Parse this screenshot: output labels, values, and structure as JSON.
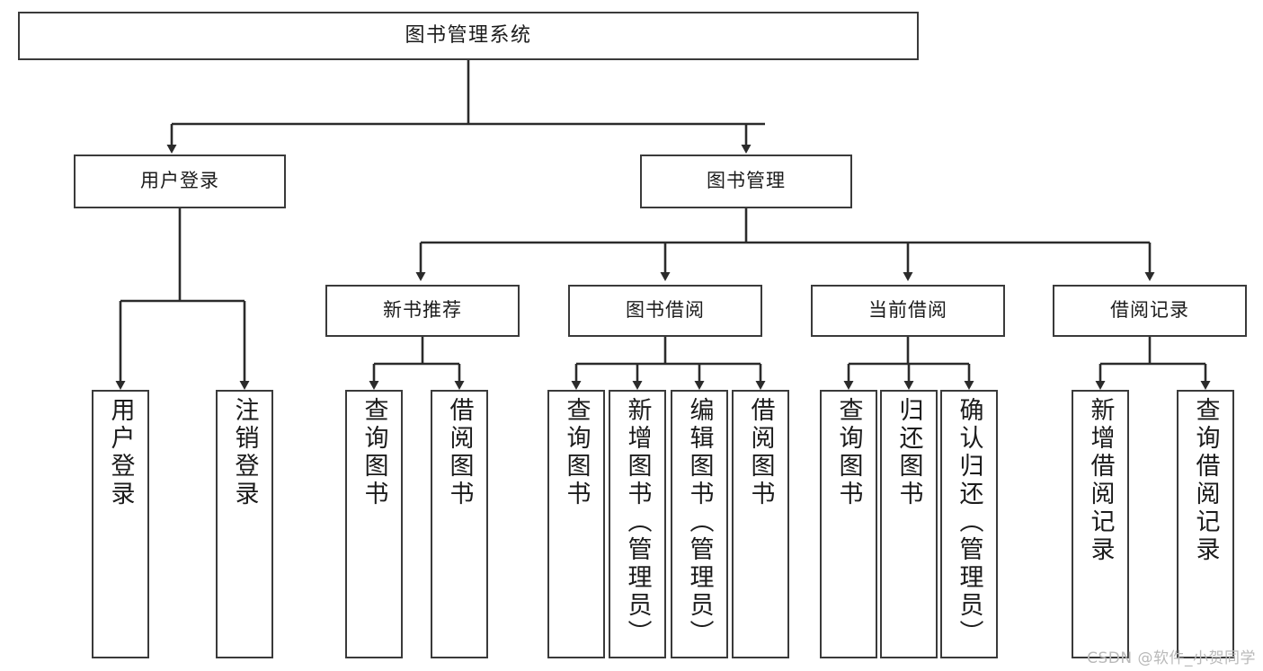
{
  "diagram": {
    "title": "图书管理系统",
    "type": "tree",
    "orientation": "top-down",
    "colors": {
      "box_border": "#3a3a3a",
      "box_fill": "#ffffff",
      "edge": "#2b2b2b",
      "text": "#1b1b1b",
      "watermark": "#b9b9b9",
      "background": "#ffffff"
    }
  },
  "watermark": {
    "text": "CSDN @软件_小贺同学"
  },
  "nodes": {
    "root": {
      "label": "图书管理系统",
      "level": 0
    },
    "level1": [
      {
        "id": "user-login",
        "label": "用户登录"
      },
      {
        "id": "book-manage",
        "label": "图书管理"
      }
    ],
    "level2": [
      {
        "id": "new-book-recommend",
        "label": "新书推荐",
        "parent": "book-manage"
      },
      {
        "id": "book-borrow",
        "label": "图书借阅",
        "parent": "book-manage"
      },
      {
        "id": "current-borrow",
        "label": "当前借阅",
        "parent": "book-manage"
      },
      {
        "id": "borrow-record",
        "label": "借阅记录",
        "parent": "book-manage"
      }
    ],
    "leaves": [
      {
        "id": "leaf-user-login",
        "label": "用户登录",
        "parent": "user-login"
      },
      {
        "id": "leaf-user-logout",
        "label": "注销登录",
        "parent": "user-login"
      },
      {
        "id": "leaf-query-book-1",
        "label": "查询图书",
        "parent": "new-book-recommend"
      },
      {
        "id": "leaf-borrow-book-1",
        "label": "借阅图书",
        "parent": "new-book-recommend"
      },
      {
        "id": "leaf-query-book-2",
        "label": "查询图书",
        "parent": "book-borrow"
      },
      {
        "id": "leaf-add-book",
        "label": "新增图书（管理员）",
        "parent": "book-borrow"
      },
      {
        "id": "leaf-edit-book",
        "label": "编辑图书（管理员）",
        "parent": "book-borrow"
      },
      {
        "id": "leaf-borrow-book-2",
        "label": "借阅图书",
        "parent": "book-borrow"
      },
      {
        "id": "leaf-query-book-3",
        "label": "查询图书",
        "parent": "current-borrow"
      },
      {
        "id": "leaf-return-book",
        "label": "归还图书",
        "parent": "current-borrow"
      },
      {
        "id": "leaf-confirm-return",
        "label": "确认归还（管理员）",
        "parent": "current-borrow"
      },
      {
        "id": "leaf-add-record",
        "label": "新增借阅记录",
        "parent": "borrow-record"
      },
      {
        "id": "leaf-query-record",
        "label": "查询借阅记录",
        "parent": "borrow-record"
      }
    ]
  }
}
